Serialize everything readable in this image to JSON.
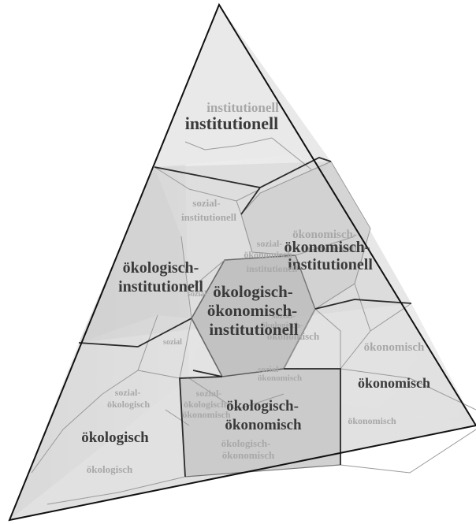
{
  "labels": {
    "inst_main": "institutionell",
    "inst_ghost": "institutionell",
    "sozial_inst_1": "sozial-",
    "sozial_inst_2": "institutionell",
    "oek_inst_ghost1": "ökonomisch-",
    "oek_inst_ghost2": "institutionell",
    "oek_inst_main1": "ökonomisch-",
    "oek_inst_main2": "institutionell",
    "sozial_oek_ghost1": "sozial-",
    "sozial_oek_ghost2": "ökonomisch",
    "sozial_oek_ghost3": "institutionell",
    "oekol_inst_1": "ökologisch-",
    "oekol_inst_2": "institutionell",
    "sozial_left": "sozial",
    "sozial_mid": "sozial",
    "center_1": "ökologisch-",
    "center_2": "ökonomisch-",
    "center_3": "institutionell",
    "center_ghost1": "sozial-",
    "center_ghost2": "ökologisch-",
    "center_ghost3": "ökonomisch",
    "oekonomisch_ghost": "ökonomisch",
    "oekonomisch_main": "ökonomisch",
    "sozial_oekol_1": "sozial-",
    "sozial_oekol_2": "ökologisch",
    "sozial_bottom_ghost1": "sozial-",
    "sozial_bottom_ghost2": "ökonomisch",
    "sozial_oekol_oek_1": "sozial-",
    "sozial_oekol_oek_2": "ökologisch-",
    "sozial_oekol_oek_3": "ökonomisch",
    "oekol_oek_main1": "ökologisch-",
    "oekol_oek_main2": "ökonomisch",
    "oekol_oek_ghost1": "ökologisch-",
    "oekol_oek_ghost2": "ökonomisch",
    "oekonomisch_bottom_ghost": "ökonomisch",
    "oekologisch_main": "ökologisch",
    "oekologisch_ghost": "ökologisch"
  },
  "colors": {
    "face_light": "#ececec",
    "face_mid": "#dedede",
    "face_dark": "#c9c9c9",
    "edge": "#1a1a1a",
    "inner_line": "#9a9a9a",
    "text_main": "#3a3a3a",
    "text_ghost": "#a8a8a8"
  }
}
